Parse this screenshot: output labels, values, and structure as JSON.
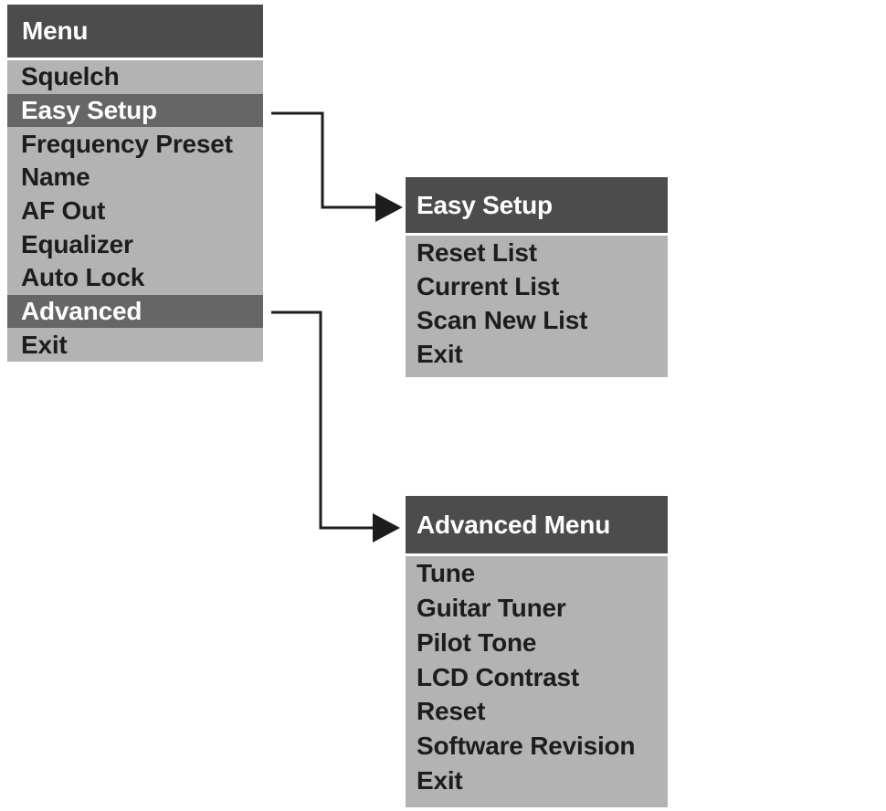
{
  "colors": {
    "background": "#ffffff",
    "header_bg": "#4c4c4c",
    "header_text": "#ffffff",
    "list_bg": "#b3b3b3",
    "highlight_bg": "#666666",
    "item_text": "#1d1d1b",
    "connector": "#1d1d1b"
  },
  "menus": {
    "main": {
      "title": "Menu",
      "items": [
        {
          "label": "Squelch",
          "highlighted": false
        },
        {
          "label": "Easy Setup",
          "highlighted": true
        },
        {
          "label": "Frequency Preset",
          "highlighted": false
        },
        {
          "label": "Name",
          "highlighted": false
        },
        {
          "label": "AF Out",
          "highlighted": false
        },
        {
          "label": "Equalizer",
          "highlighted": false
        },
        {
          "label": "Auto Lock",
          "highlighted": false
        },
        {
          "label": "Advanced",
          "highlighted": true
        },
        {
          "label": "Exit",
          "highlighted": false
        }
      ]
    },
    "easy_setup": {
      "title": "Easy Setup",
      "items": [
        {
          "label": "Reset List"
        },
        {
          "label": "Current List"
        },
        {
          "label": "Scan New List"
        },
        {
          "label": "Exit"
        }
      ]
    },
    "advanced": {
      "title": "Advanced Menu",
      "items": [
        {
          "label": "Tune"
        },
        {
          "label": "Guitar Tuner"
        },
        {
          "label": "Pilot Tone"
        },
        {
          "label": "LCD Contrast"
        },
        {
          "label": "Reset"
        },
        {
          "label": "Software Revision"
        },
        {
          "label": "Exit"
        }
      ]
    }
  },
  "connectors": [
    {
      "from": "Easy Setup",
      "to": "Easy Setup"
    },
    {
      "from": "Advanced",
      "to": "Advanced Menu"
    }
  ]
}
